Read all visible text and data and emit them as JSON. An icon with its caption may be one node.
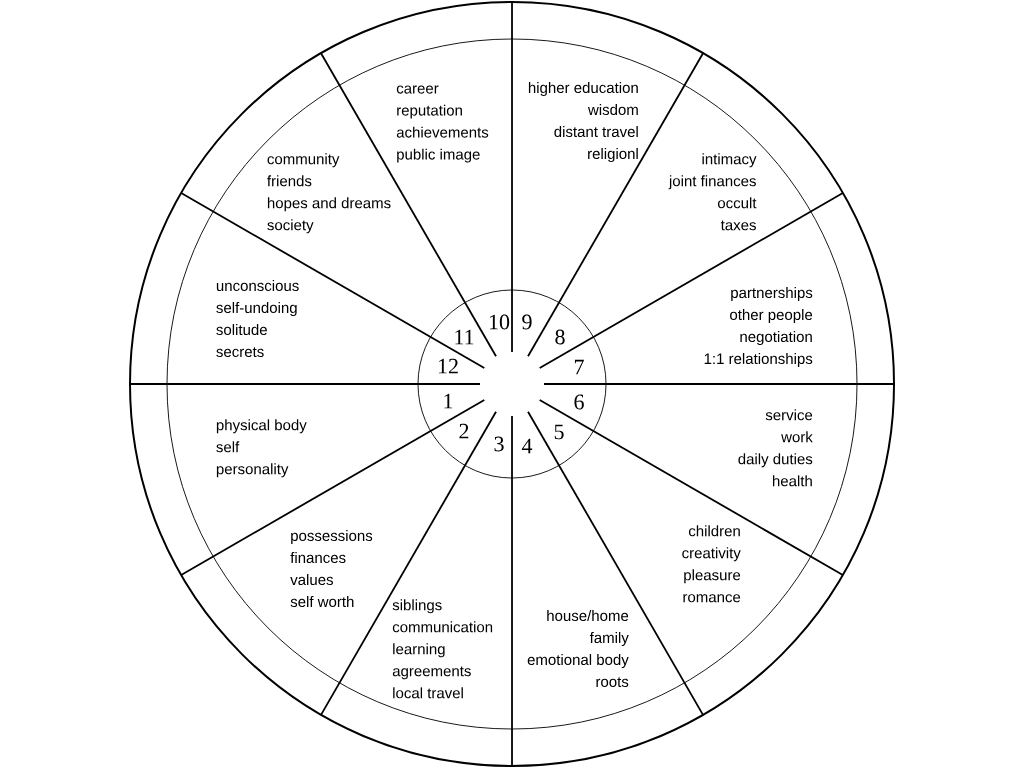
{
  "diagram": {
    "nodes": [
      {
        "text": [
          "1",
          "physical body",
          "self",
          "personality"
        ]
      },
      {
        "text": [
          "2",
          "possessions",
          "finances",
          "values",
          "self worth"
        ]
      },
      {
        "text": [
          "3",
          "siblings",
          "communication",
          "learning",
          "agreements",
          "local travel"
        ]
      },
      {
        "text": [
          "4",
          "house/home",
          "family",
          "emotional body",
          "roots"
        ]
      },
      {
        "text": [
          "5",
          "children",
          "creativity",
          "pleasure",
          "romance"
        ]
      },
      {
        "text": [
          "6",
          "service",
          "work",
          "daily duties",
          "health"
        ]
      },
      {
        "text": [
          "7",
          "partnerships",
          "other people",
          "negotiation",
          "1:1 relationships"
        ]
      },
      {
        "text": [
          "8",
          "intimacy",
          "joint finances",
          "occult",
          "taxes"
        ]
      },
      {
        "text": [
          "9",
          "higher education",
          "wisdom",
          "distant travel",
          "religionl"
        ]
      },
      {
        "text": [
          "10",
          "career",
          "reputation",
          "achievements",
          "public image"
        ]
      },
      {
        "text": [
          "11",
          "community",
          "friends",
          "hopes and dreams",
          "society"
        ]
      },
      {
        "text": [
          "12",
          "unconscious",
          "self-undoing",
          "solitude",
          "secrets"
        ]
      }
    ]
  }
}
